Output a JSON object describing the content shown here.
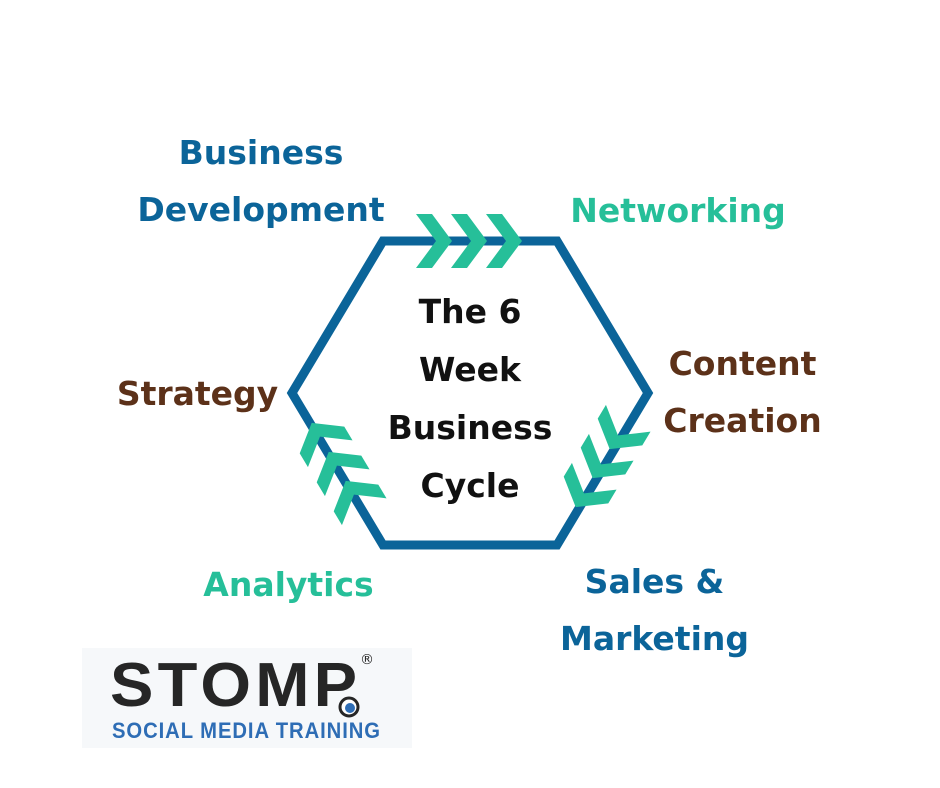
{
  "diagram": {
    "title_lines": [
      "The 6",
      "Week",
      "Business",
      "Cycle"
    ],
    "stages": [
      {
        "id": "business-development",
        "lines": [
          "Business",
          "Development"
        ],
        "color": "#0b6499"
      },
      {
        "id": "networking",
        "lines": [
          "Networking"
        ],
        "color": "#26bf99"
      },
      {
        "id": "content-creation",
        "lines": [
          "Content",
          "Creation"
        ],
        "color": "#5c3119"
      },
      {
        "id": "sales-marketing",
        "lines": [
          "Sales &",
          "Marketing"
        ],
        "color": "#0b6499"
      },
      {
        "id": "analytics",
        "lines": [
          "Analytics"
        ],
        "color": "#26bf99"
      },
      {
        "id": "strategy",
        "lines": [
          "Strategy"
        ],
        "color": "#5c3119"
      }
    ],
    "hexagon_color": "#0b6499",
    "arrow_color": "#26bf99",
    "text_color": "#111111"
  },
  "logo": {
    "wordmark": "STOMP",
    "registered": "®",
    "tagline": "SOCIAL MEDIA TRAINING"
  }
}
